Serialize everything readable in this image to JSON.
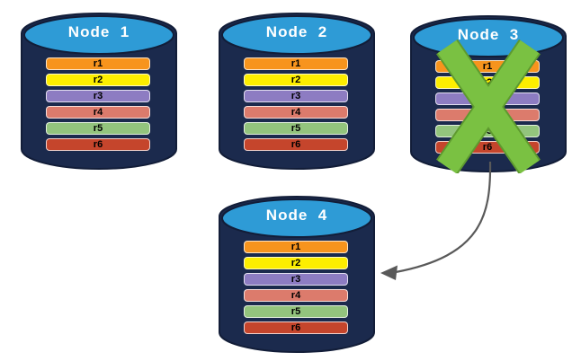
{
  "diagram": {
    "title_hidden": "",
    "nodes": [
      {
        "label": "Node  1",
        "failed": false
      },
      {
        "label": "Node  2",
        "failed": false
      },
      {
        "label": "Node  3",
        "failed": true
      },
      {
        "label": "Node  4",
        "failed": false
      }
    ],
    "replicas": [
      {
        "id": "r1",
        "color": "#F7941D"
      },
      {
        "id": "r2",
        "color": "#FDEE00"
      },
      {
        "id": "r3",
        "color": "#8D7CC2"
      },
      {
        "id": "r4",
        "color": "#DC7B6C"
      },
      {
        "id": "r5",
        "color": "#93C47D"
      },
      {
        "id": "r6",
        "color": "#C5452C"
      }
    ],
    "colors": {
      "background": "#FFFFFF",
      "cylinder_body": "#1B2A4D",
      "cylinder_outline": "#121D38",
      "cylinder_top": "#2E9BD6",
      "node_label_text": "#FFFFFF",
      "replica_text": "#000000",
      "failure_cross": "#7AC142",
      "failure_cross_edge": "#5E9A2F",
      "arrow": "#595959"
    }
  }
}
